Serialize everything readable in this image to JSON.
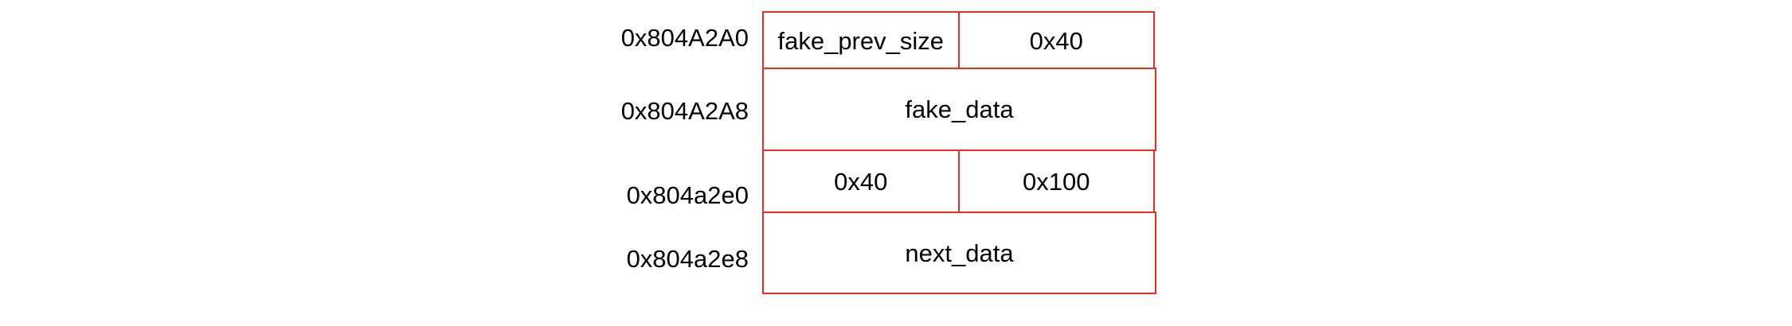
{
  "diagram": {
    "kind": "heap-memory-layout",
    "border_color": "#ee2d22",
    "text_color": "#000000",
    "background_color": "#ffffff",
    "addresses": [
      {
        "label": "0x804A2A0"
      },
      {
        "label": "0x804A2A8"
      },
      {
        "label": "0x804a2e0"
      },
      {
        "label": "0x804a2e8"
      }
    ],
    "rows": [
      {
        "span": "split",
        "cells": [
          {
            "text": "fake_prev_size"
          },
          {
            "text": "0x40"
          }
        ]
      },
      {
        "span": "full",
        "cells": [
          {
            "text": "fake_data"
          }
        ]
      },
      {
        "span": "split",
        "cells": [
          {
            "text": "0x40"
          },
          {
            "text": "0x100"
          }
        ]
      },
      {
        "span": "full",
        "cells": [
          {
            "text": "next_data"
          }
        ]
      }
    ]
  }
}
